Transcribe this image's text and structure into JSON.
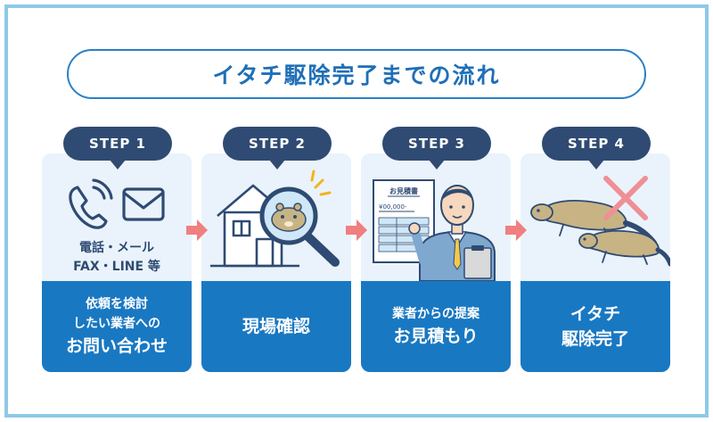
{
  "title": "イタチ駆除完了までの流れ",
  "colors": {
    "frame": "#8ec9e8",
    "title_border": "#2a80c6",
    "title_text": "#1f6fb7",
    "card_bg": "#eaf3fb",
    "card_bottom": "#1978c2",
    "bubble": "#2f4b73",
    "arrow": "#f07f7f"
  },
  "steps": [
    {
      "label": "STEP 1",
      "icons": [
        "phone-icon",
        "mail-icon"
      ],
      "contact_line1": "電話・メール",
      "contact_line2": "FAX・LINE 等",
      "desc_lines": [
        "依頼を検討",
        "したい業者への",
        "お問い合わせ"
      ]
    },
    {
      "label": "STEP 2",
      "icons": [
        "house-magnifier-icon"
      ],
      "desc_lines": [
        "現場確認"
      ]
    },
    {
      "label": "STEP 3",
      "icons": [
        "estimate-sheet-icon",
        "staff-person-icon"
      ],
      "sheet_title": "お見積書",
      "sheet_amount": "¥00,000-",
      "desc_lines": [
        "業者からの提案",
        "お見積もり"
      ]
    },
    {
      "label": "STEP 4",
      "icons": [
        "weasel-icon",
        "cross-mark-icon"
      ],
      "desc_lines": [
        "イタチ",
        "駆除完了"
      ]
    }
  ]
}
